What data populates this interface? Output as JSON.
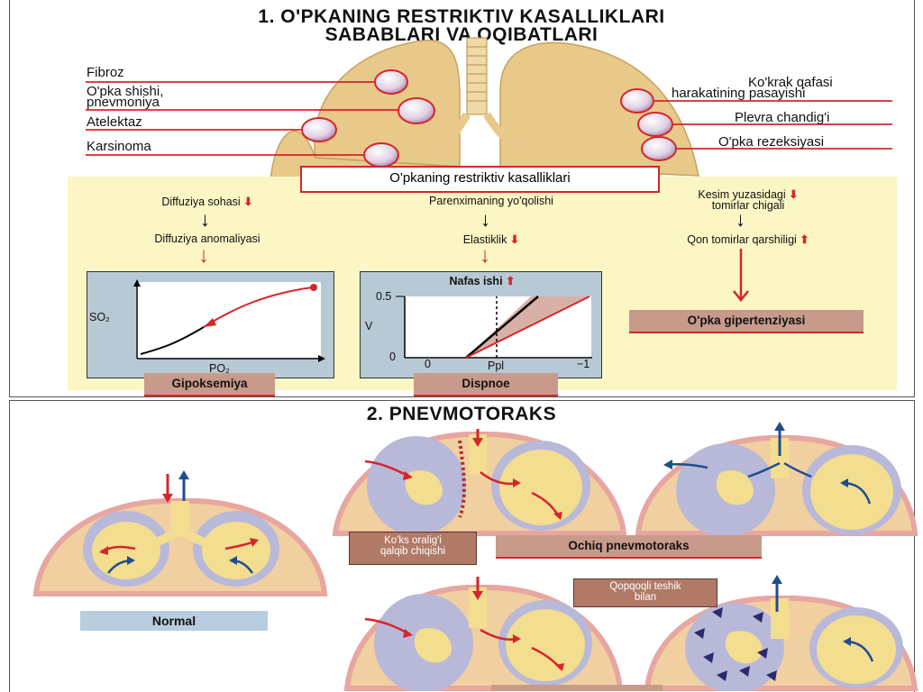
{
  "section1": {
    "title_line1": "1. O'PKANING RESTRIKTIV KASALLIKLARI",
    "title_line2": "SABABLARI VA OQIBATLARI",
    "left_labels": [
      "Fibroz",
      "O'pka shishi,",
      "pnevmoniya",
      "Atelektaz",
      "Karsinoma"
    ],
    "right_labels": [
      "Ko'krak qafasi",
      "harakatining pasayishi",
      "Plevra chandig'i",
      "O'pka rezeksiyasi"
    ],
    "banner": "O'pkaning restriktiv kasalliklari",
    "col1": {
      "top": "Diffuziya sohasi",
      "mid": "Diffuziya anomaliyasi",
      "tag": "Gipoksemiya",
      "ylabel": "SO₂",
      "xlabel": "PO₂"
    },
    "col2": {
      "top": "Parenximaning yo'qolishi",
      "mid": "Elastiklik",
      "chart_title": "Nafas ishi",
      "ylabel": "V",
      "xlabel": "Ppl",
      "tag": "Dispnoe",
      "y_top": "0.5",
      "y_bottom": "0",
      "x_left": "0",
      "x_right": "−1"
    },
    "col3": {
      "top_line1": "Kesim yuzasidagi",
      "top_line2": "tomirlar chigali",
      "mid": "Qon tomirlar qarshiligi",
      "tag": "O'pka gipertenziyasi"
    }
  },
  "section2": {
    "title": "2. PNEVMOTORAKS",
    "normal_tag": "Normal",
    "open_tag": "Ochiq pnevmotoraks",
    "callout_shift_line1": "Ko'ks oralig'i",
    "callout_shift_line2": "qalqib chiqishi",
    "callout_valve_line1": "Qopqoqli teshik",
    "callout_valve_line2": "bilan"
  },
  "colors": {
    "accent_red": "#d4262b",
    "tag_brown": "#c89a8b",
    "lung_tan": "#e8c98a",
    "panel_yellow": "#fbf6c4",
    "chart_bg": "#b8c9d6",
    "arrow_blue": "#1f4e8c"
  }
}
